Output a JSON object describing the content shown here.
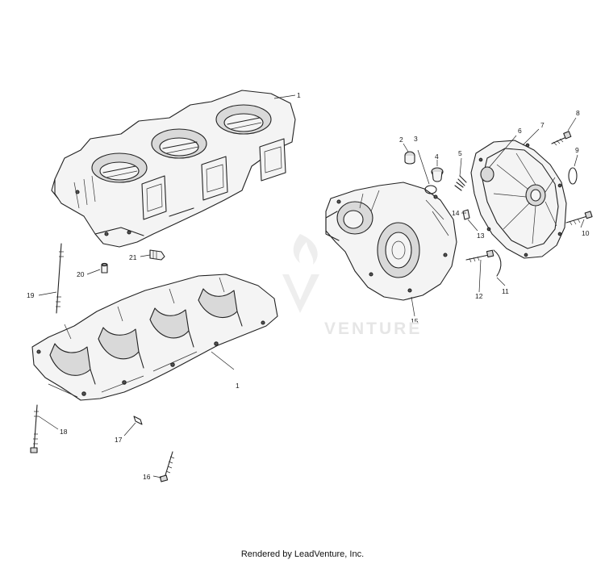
{
  "diagram": {
    "callouts": {
      "c1_top": "1",
      "c1_bottom": "1",
      "c2": "2",
      "c3": "3",
      "c4": "4",
      "c5": "5",
      "c6": "6",
      "c7": "7",
      "c8": "8",
      "c9": "9",
      "c10": "10",
      "c11": "11",
      "c12": "12",
      "c13": "13",
      "c14": "14",
      "c15": "15",
      "c16": "16",
      "c17": "17",
      "c18": "18",
      "c19": "19",
      "c20": "20",
      "c21": "21"
    },
    "watermark": "VENTURE",
    "footer": "Rendered by LeadVenture, Inc."
  }
}
